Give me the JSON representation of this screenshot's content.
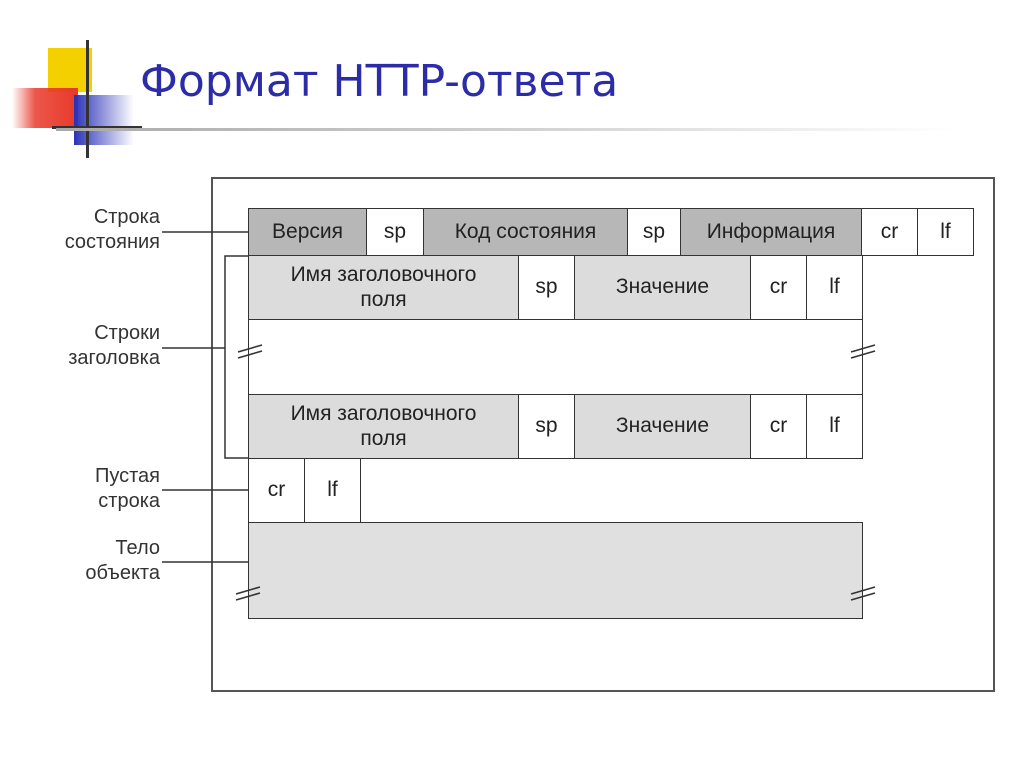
{
  "slide": {
    "title": "Формат HTTP-ответа"
  },
  "labels": {
    "status_line": [
      "Строка",
      "состояния"
    ],
    "header_lines": [
      "Строки",
      "заголовка"
    ],
    "empty_line": [
      "Пустая",
      "строка"
    ],
    "body": [
      "Тело",
      "объекта"
    ]
  },
  "status_row": {
    "version": "Версия",
    "sp1": "sp",
    "code": "Код состояния",
    "sp2": "sp",
    "info": "Информация",
    "cr": "cr",
    "lf": "lf"
  },
  "header_row": {
    "name_line1": "Имя заголовочного",
    "name_line2": "поля",
    "sp": "sp",
    "value": "Значение",
    "cr": "cr",
    "lf": "lf"
  },
  "empty_row": {
    "cr": "cr",
    "lf": "lf"
  },
  "colors": {
    "title": "#2c2ca8",
    "dark_cell": "#b7b7b7",
    "light_cell": "#dcdcdc",
    "logo_yellow": "#f5d000",
    "logo_red": "#e8392a",
    "logo_blue": "#2b32b8"
  }
}
